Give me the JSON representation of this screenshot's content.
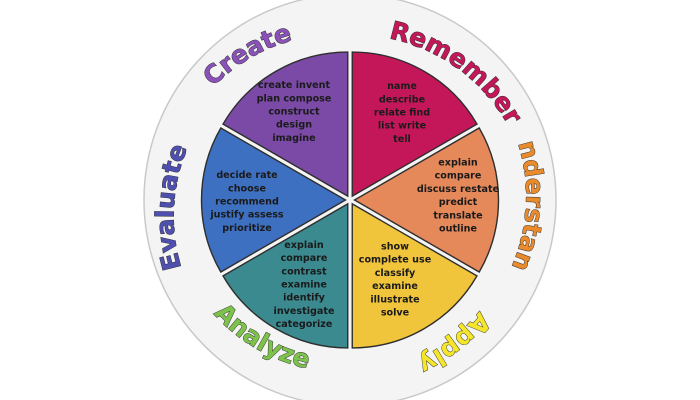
{
  "segments": [
    {
      "id": "remember",
      "label": "Remember",
      "color": "#c4175a",
      "verbs": [
        "name",
        "describe",
        "relate  find",
        "list  write",
        "tell"
      ]
    },
    {
      "id": "understand",
      "label": "Understand",
      "color": "#e5885a",
      "verbs": [
        "explain",
        "compare",
        "discuss restate",
        "predict",
        "translate",
        "outline"
      ]
    },
    {
      "id": "apply",
      "label": "Apply",
      "color": "#f0c43b",
      "verbs": [
        "show",
        "complete  use",
        "classify",
        "examine",
        "illustrate",
        "solve"
      ]
    },
    {
      "id": "analyze",
      "label": "Analyze",
      "color": "#3a8a8f",
      "verbs": [
        "explain",
        "compare",
        "contrast",
        "examine",
        "identify",
        "investigate",
        "categorize"
      ]
    },
    {
      "id": "evaluate",
      "label": "Evaluate",
      "color": "#3e70c2",
      "verbs": [
        "decide  rate",
        "choose",
        "recommend",
        "justify  assess",
        "prioritize"
      ]
    },
    {
      "id": "create",
      "label": "Create",
      "color": "#7a4aa6",
      "verbs": [
        "create  invent",
        "plan  compose",
        "construct",
        "design",
        "imagine"
      ]
    }
  ],
  "label_colors": {
    "remember": "#c4175a",
    "understand": "#e98a2c",
    "apply": "#f5e62a",
    "analyze": "#7dc24a",
    "evaluate": "#4f4fb0",
    "create": "#8a52b8"
  }
}
